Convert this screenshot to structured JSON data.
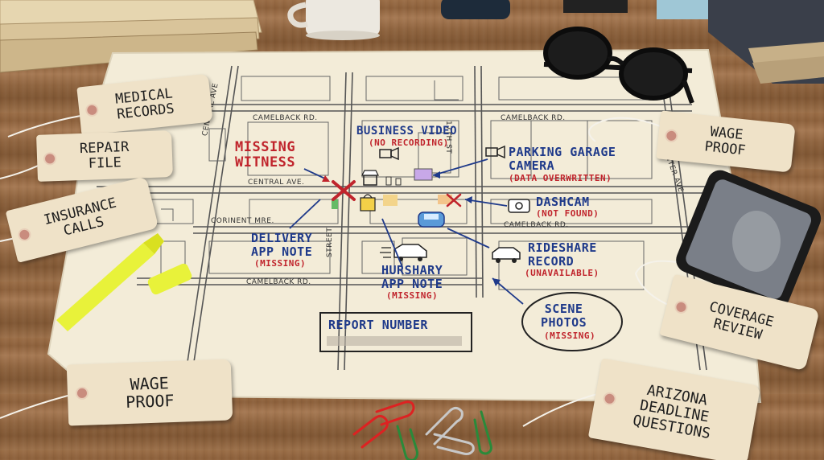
{
  "map": {
    "streets": {
      "camelback_top": "CAMELBACK RD.",
      "camelback_top_right": "CAMELBACK RD.",
      "central_ave_vertical": "CENTRAL AVE",
      "central_ave": "CENTRAL AVE.",
      "corinent": "CORINENT MRE.",
      "camelback_mid_right": "CAMELBACK RD.",
      "camelback_bottom": "CAMELBACK RD.",
      "street_vertical": "STREET",
      "st_vertical": "17TH ST",
      "right_vertical": "ENTER AVE"
    },
    "labels": {
      "missing_witness": "MISSING\nWITNESS",
      "business_video_title": "BUSINESS VIDEO",
      "business_video_status": "(NO RECORDING)",
      "parking_title": "PARKING GARAGE\nCAMERA",
      "parking_status": "(DATA OVERWRITTEN)",
      "dashcam_title": "DASHCAM",
      "dashcam_status": "(NOT FOUND)",
      "delivery_title": "DELIVERY\nAPP NOTE",
      "delivery_status": "(MISSING)",
      "hurshary_title": "HURSHARY\nAPP NOTE",
      "hurshary_status": "(MISSING)",
      "rideshare_title": "RIDESHARE\nRECORD",
      "rideshare_status": "(UNAVAILABLE)",
      "scene_title": "SCENE\nPHOTOS",
      "scene_status": "(MISSING)",
      "report_number": "REPORT NUMBER"
    }
  },
  "tags": {
    "medical": "MEDICAL\nRECORDS",
    "repair": "REPAIR\nFILE",
    "insurance": "INSURANCE\nCALLS",
    "wage_top": "WAGE\nPROOF",
    "wage_bottom": "WAGE\nPROOF",
    "coverage": "COVERAGE\nREVIEW",
    "arizona": "ARIZONA\nDEADLINE\nQUESTIONS"
  },
  "colors": {
    "paper": "#f3ecd8",
    "map_line": "#555555",
    "blue_text": "#1f3a8a",
    "red_text": "#c0242c",
    "highlighter": "#e8f23a"
  }
}
